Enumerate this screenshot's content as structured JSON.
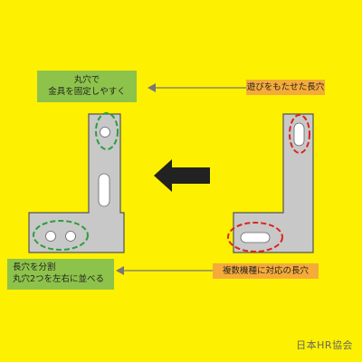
{
  "labels": {
    "round_hole_line1": "丸穴で",
    "round_hole_line2": "金具を固定しやすく",
    "long_hole_play": "遊びをもたせた長穴",
    "split_long_hole_line1": "長穴を分割",
    "split_long_hole_line2": "丸穴2つを左右に並べる",
    "multi_model": "複数機種に対応の長穴"
  },
  "watermark": "日本HR協会",
  "colors": {
    "background": "#fdf000",
    "green_label": "#8ec34b",
    "orange_label": "#f5ab3a",
    "bracket_fill": "#c8c8c8",
    "bracket_stroke": "#555555",
    "green_dash": "#2e9d3a",
    "red_dash": "#d9261c",
    "arrow": "#222222",
    "connector": "#777777"
  },
  "icons": {
    "main_arrow": "left-arrow-icon"
  }
}
